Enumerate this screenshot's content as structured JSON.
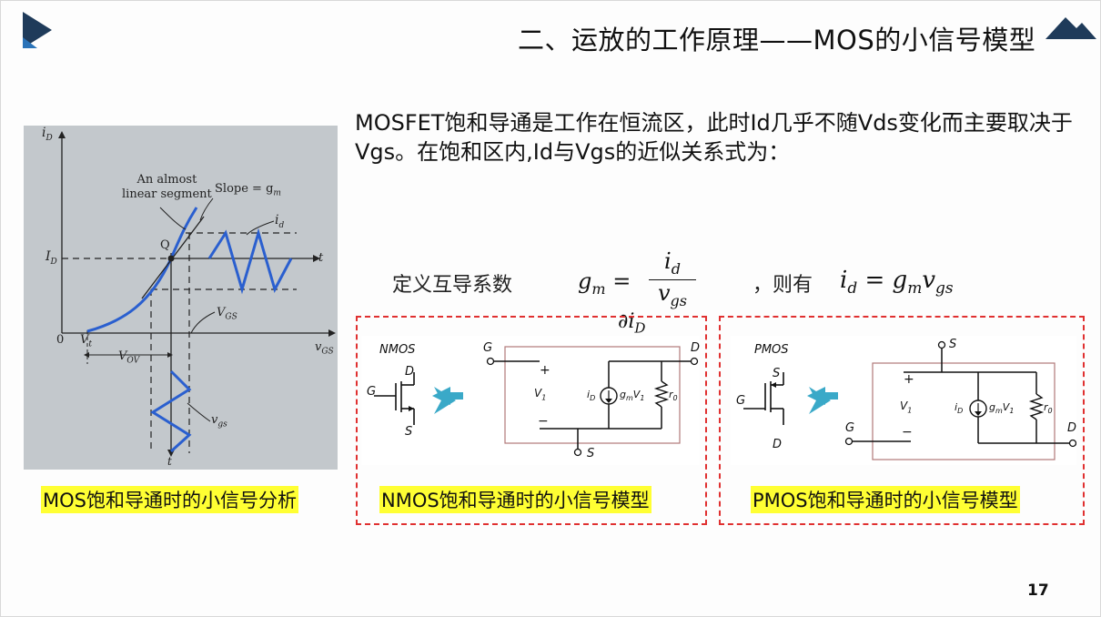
{
  "title": "二、运放的工作原理——MOS的小信号模型",
  "intro": "MOSFET饱和导通是工作在恒流区，此时Id几乎不随Vds变化而主要取决于Vgs。在饱和区内,Id与Vgs的近似关系式为：",
  "definition": {
    "prefix": "定义互导系数",
    "gm_lhs": "g",
    "gm_sub": "m",
    "gm_num": "i",
    "gm_num_sub": "d",
    "gm_den": "v",
    "gm_den_sub": "gs",
    "connector": "，则有",
    "id_lhs": "i",
    "id_lhs_sub": "d",
    "id_rhs": "g",
    "id_rhs_sub": "m",
    "id_rhs2": "v",
    "id_rhs2_sub": "gs",
    "fragment": "∂i",
    "fragment_sub": "D"
  },
  "graph": {
    "iD_label": "i",
    "iD_sub": "D",
    "ID_label": "I",
    "ID_sub": "D",
    "almost_linear_1": "An almost",
    "almost_linear_2": "linear segment",
    "slope": "Slope = g",
    "slope_sub": "m",
    "id_label": "i",
    "id_sub": "d",
    "Q_label": "Q",
    "t_label": "t",
    "t_label_bottom": "t",
    "VGS_axis": "v",
    "VGS_axis_sub": "GS",
    "zero": "0",
    "Vt": "V",
    "Vt_sub": "t",
    "VOV": "V",
    "VOV_sub": "OV",
    "VGS_label": "V",
    "VGS_label_sub": "GS",
    "vgs_label": "v",
    "vgs_sub": "gs"
  },
  "nmos": {
    "title": "NMOS",
    "D": "D",
    "G": "G",
    "S": "S",
    "model_G": "G",
    "model_D": "D",
    "model_S": "S",
    "plus": "+",
    "minus": "−",
    "V1": "V",
    "V1_sub": "1",
    "iD": "i",
    "iD_sub": "D",
    "gm": "g",
    "gm_sub": "m",
    "gmV": "V",
    "gmV_sub": "1",
    "r0": "r",
    "r0_sub": "0"
  },
  "pmos": {
    "title": "PMOS",
    "S": "S",
    "G": "G",
    "D": "D",
    "model_S": "S",
    "model_G": "G",
    "model_D": "D",
    "plus": "+",
    "minus": "−",
    "V1": "V",
    "V1_sub": "1",
    "iD": "i",
    "iD_sub": "D",
    "gm": "g",
    "gm_sub": "m",
    "gmV": "V",
    "gmV_sub": "1",
    "r0": "r",
    "r0_sub": "0"
  },
  "captions": {
    "mos": "MOS饱和导通时的小信号分析",
    "nmos": "NMOS饱和导通时的小信号模型",
    "pmos": "PMOS饱和导通时的小信号模型"
  },
  "page_number": "17",
  "colors": {
    "accent_dark": "#1f3b5a",
    "accent_blue": "#2a73b8",
    "caption_bg": "#ffff33",
    "dash_red": "#e03030",
    "curve_blue": "#2a5fcf",
    "arrow_teal": "#3aa9c8",
    "model_box": "#b07878"
  }
}
